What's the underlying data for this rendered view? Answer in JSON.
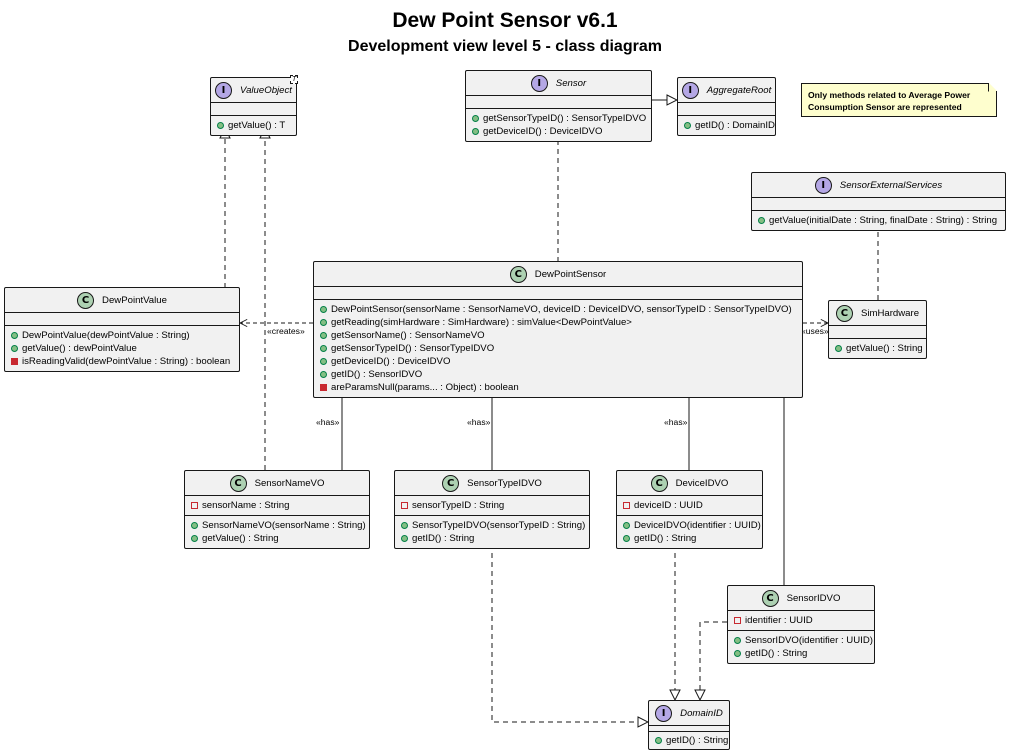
{
  "diagram": {
    "title": "Dew Point Sensor v6.1",
    "subtitle": "Development view level 5 - class diagram",
    "note": "Only methods related to Average Power Consumption Sensor are represented",
    "relation_labels": {
      "creates": "«creates»",
      "uses": "«uses»",
      "has1": "«has»",
      "has2": "«has»",
      "has3": "«has»"
    },
    "classes": {
      "value_object": {
        "stereotype": "I",
        "name": "ValueObject",
        "type_param": "T",
        "fields": [],
        "methods": [
          "getValue() : T"
        ]
      },
      "sensor": {
        "stereotype": "I",
        "name": "Sensor",
        "fields": [],
        "methods": [
          "getSensorTypeID() : SensorTypeIDVO",
          "getDeviceID() : DeviceIDVO"
        ]
      },
      "aggregate_root": {
        "stereotype": "I",
        "name": "AggregateRoot",
        "fields": [],
        "methods": [
          "getID() : DomainID"
        ]
      },
      "sensor_external_services": {
        "stereotype": "I",
        "name": "SensorExternalServices",
        "fields": [],
        "methods": [
          "getValue(initialDate : String, finalDate : String) : String"
        ]
      },
      "dew_point_value": {
        "stereotype": "C",
        "name": "DewPointValue",
        "fields": [],
        "methods": [
          "DewPointValue(dewPointValue : String)",
          "getValue() : dewPointValue",
          "isReadingValid(dewPointValue : String) : boolean"
        ]
      },
      "dew_point_sensor": {
        "stereotype": "C",
        "name": "DewPointSensor",
        "fields": [],
        "methods": [
          "DewPointSensor(sensorName : SensorNameVO, deviceID : DeviceIDVO, sensorTypeID : SensorTypeIDVO)",
          "getReading(simHardware : SimHardware) : simValue<DewPointValue>",
          "getSensorName() : SensorNameVO",
          "getSensorTypeID() : SensorTypeIDVO",
          "getDeviceID() : DeviceIDVO",
          "getID() : SensorIDVO",
          "areParamsNull(params... : Object) : boolean"
        ]
      },
      "sim_hardware": {
        "stereotype": "C",
        "name": "SimHardware",
        "fields": [],
        "methods": [
          "getValue() : String"
        ]
      },
      "sensor_name_vo": {
        "stereotype": "C",
        "name": "SensorNameVO",
        "fields": [
          "sensorName : String"
        ],
        "methods": [
          "SensorNameVO(sensorName : String)",
          "getValue() : String"
        ]
      },
      "sensor_type_id_vo": {
        "stereotype": "C",
        "name": "SensorTypeIDVO",
        "fields": [
          "sensorTypeID : String"
        ],
        "methods": [
          "SensorTypeIDVO(sensorTypeID : String)",
          "getID() : String"
        ]
      },
      "device_id_vo": {
        "stereotype": "C",
        "name": "DeviceIDVO",
        "fields": [
          "deviceID : UUID"
        ],
        "methods": [
          "DeviceIDVO(identifier : UUID)",
          "getID() : String"
        ]
      },
      "sensor_id_vo": {
        "stereotype": "C",
        "name": "SensorIDVO",
        "fields": [
          "identifier : UUID"
        ],
        "methods": [
          "SensorIDVO(identifier : UUID)",
          "getID() : String"
        ]
      },
      "domain_id": {
        "stereotype": "I",
        "name": "DomainID",
        "fields": [],
        "methods": [
          "getID() : String"
        ]
      }
    }
  }
}
